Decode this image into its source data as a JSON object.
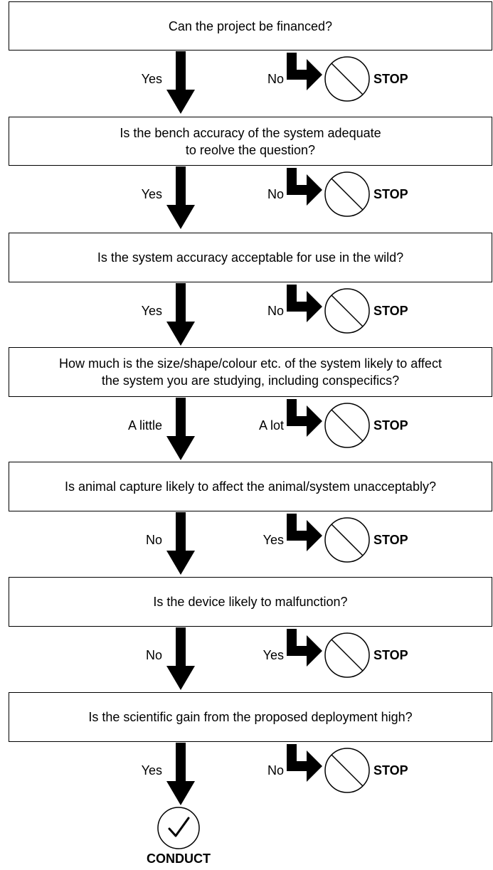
{
  "steps": [
    {
      "question": [
        "Can the project be financed?"
      ],
      "pass_label": "Yes",
      "fail_label": "No",
      "stop_label": "STOP"
    },
    {
      "question": [
        "Is the bench accuracy of the system adequate",
        "to reolve the question?"
      ],
      "pass_label": "Yes",
      "fail_label": "No",
      "stop_label": "STOP"
    },
    {
      "question": [
        "Is the system accuracy acceptable for use in the wild?"
      ],
      "pass_label": "Yes",
      "fail_label": "No",
      "stop_label": "STOP"
    },
    {
      "question": [
        "How much is the size/shape/colour etc. of the system likely to affect",
        "the system you are studying, including conspecifics?"
      ],
      "pass_label": "A little",
      "fail_label": "A lot",
      "stop_label": "STOP"
    },
    {
      "question": [
        "Is animal capture likely to affect the animal/system unacceptably?"
      ],
      "pass_label": "No",
      "fail_label": "Yes",
      "stop_label": "STOP"
    },
    {
      "question": [
        "Is the device likely to malfunction?"
      ],
      "pass_label": "No",
      "fail_label": "Yes",
      "stop_label": "STOP"
    },
    {
      "question": [
        "Is the scientific gain from the proposed deployment high?"
      ],
      "pass_label": "Yes",
      "fail_label": "No",
      "stop_label": "STOP"
    }
  ],
  "outcome": {
    "label": "CONDUCT",
    "icon": "check-circle-icon"
  },
  "icons": {
    "stop": "no-entry-circle-icon",
    "down": "down-arrow-icon",
    "turn": "turn-right-arrow-icon"
  }
}
